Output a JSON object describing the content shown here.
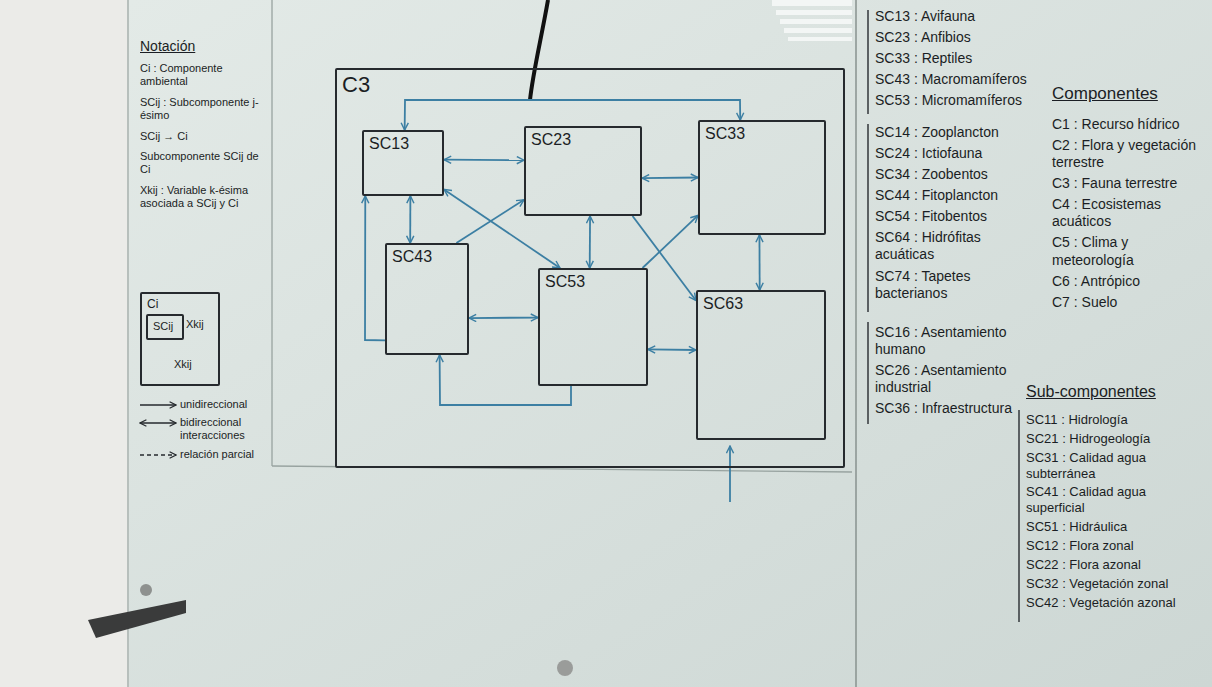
{
  "diagram": {
    "nodes": [
      {
        "text": [
          "Ci"
        ]
      },
      {
        "text": [
          "SCij"
        ],
        "in": 0
      },
      {
        "text": [
          "C3"
        ]
      },
      {
        "text": [
          "SC13"
        ],
        "in": 2
      },
      {
        "text": [
          "SC23"
        ],
        "in": 2
      },
      {
        "text": [
          "SC33"
        ],
        "in": 2
      },
      {
        "text": [
          "SC43"
        ],
        "in": 2
      },
      {
        "text": [
          "SC53"
        ],
        "in": 2
      },
      {
        "text": [
          "SC63"
        ],
        "in": 2
      }
    ],
    "edges": [
      {
        "from": 3,
        "to": 5,
        "arrow": "both"
      },
      {
        "from": 3,
        "to": 4,
        "arrow": "both"
      },
      {
        "from": 4,
        "to": 5,
        "arrow": "both"
      },
      {
        "from": 3,
        "to": 6,
        "arrow": "both"
      },
      {
        "from": 4,
        "to": 7,
        "arrow": "both"
      },
      {
        "from": 5,
        "to": 8,
        "arrow": "both"
      },
      {
        "from": 6,
        "to": 7,
        "arrow": "both"
      },
      {
        "from": 7,
        "to": 8,
        "arrow": "both"
      },
      {
        "from": 6,
        "to": 4,
        "arrow": "to"
      },
      {
        "from": 3,
        "to": 7,
        "arrow": "both"
      },
      {
        "from": 4,
        "to": 8,
        "arrow": "to"
      },
      {
        "from": 7,
        "to": 5,
        "arrow": "to"
      },
      {
        "from": 7,
        "to": 6,
        "arrow": "to"
      },
      {
        "from": 6,
        "to": 3,
        "arrow": "to"
      }
    ],
    "labels": [
      "Notación",
      "Ci : Componente ambiental",
      "SCij : Subcomponente j-ésimo",
      "SCij → Ci",
      "Subcomponente SCij de Ci",
      "Xkij : Variable k-ésima asociada a SCij y Ci",
      "Xkij",
      "Xkij",
      "SC13 : Avifauna",
      "SC23 : Anfibios",
      "SC33 : Reptiles",
      "SC43 : Macromamíferos",
      "SC53 : Micromamíferos",
      "SC14 : Zooplancton",
      "SC24 : Ictiofauna",
      "SC34 : Zoobentos",
      "SC44 : Fitoplancton",
      "SC54 : Fitobentos",
      "SC64 : Hidrófitas acuáticas",
      "SC74 : Tapetes bacterianos",
      "SC16 : Asentamiento humano",
      "SC26 : Asentamiento industrial",
      "SC36 : Infraestructura",
      "Componentes",
      "C1 : Recurso hídrico",
      "C2 : Flora y vegetación terrestre",
      "C3 : Fauna terrestre",
      "C4 : Ecosistemas acuáticos",
      "C5 : Clima y meteorología",
      "C6 : Antrópico",
      "C7 : Suelo",
      "Sub-componentes",
      "SC11 : Hidrología",
      "SC21 : Hidrogeología",
      "SC31 : Calidad agua subterránea",
      "SC41 : Calidad agua superficial",
      "SC51 : Hidráulica",
      "SC12 : Flora zonal",
      "SC22 : Flora azonal",
      "SC32 : Vegetación zonal",
      "SC42 : Vegetación azonal"
    ],
    "legend": [
      {
        "text": "unidireccional"
      },
      {
        "text": "bidireccional interacciones"
      },
      {
        "text": "relación parcial"
      }
    ]
  }
}
